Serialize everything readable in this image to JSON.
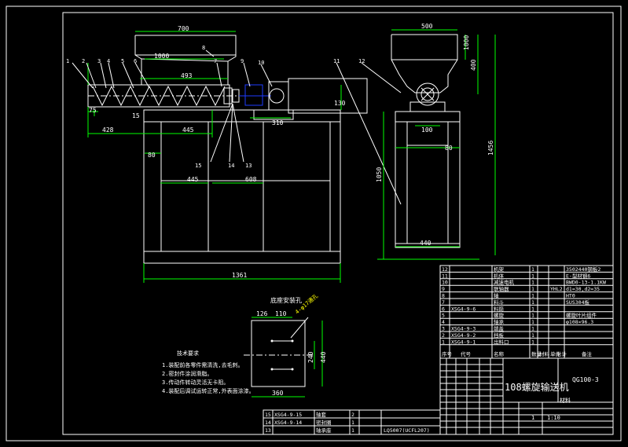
{
  "palette": {
    "background": "#000000",
    "frame": "#ffffff",
    "dimension": "#00ff00",
    "part": "#ffffff",
    "motor": "#1e3cff",
    "leader": "#ffffff",
    "text_yellow": "#ffff00"
  },
  "front_view": {
    "dims": {
      "hopper_top": "700",
      "hopper_mid": "1000",
      "screw_len": "493",
      "left_offset": "428",
      "middle_len": "445",
      "frame_inner": "445",
      "frame_right": "608",
      "shaft_off": "75",
      "motor_h": "130",
      "motor_w": "310",
      "height_80": "80",
      "base_15": "15",
      "overall": "1361"
    },
    "balloons": [
      "1",
      "2",
      "3",
      "4",
      "5",
      "6",
      "7",
      "8",
      "9",
      "10",
      "11",
      "12",
      "13",
      "14",
      "15"
    ]
  },
  "side_view": {
    "dims": {
      "top_width": "500",
      "hopper_h": "1000",
      "h400": "400",
      "total_h": "1456",
      "leg_h": "1050",
      "w100": "100",
      "w80": "80",
      "base_w": "440"
    }
  },
  "detail_view": {
    "title": "底座安装孔",
    "leader_text": "4-φ17通孔",
    "dims": {
      "d126": "126",
      "d110": "110",
      "d240": "240",
      "d440": "440",
      "d360": "360"
    }
  },
  "notes": {
    "title": "技术要求",
    "lines": [
      "1.装配前各零件需清洗,去毛刺。",
      "2.密封件涂润滑脂。",
      "3.传动件转动灵活无卡阻。",
      "4.装配后调试运转正常,外表面涂漆。"
    ]
  },
  "parts_list": [
    {
      "no": "12",
      "code": "",
      "name": "机架",
      "qty": "1",
      "mat": "",
      "note": "3502440钢板2"
    },
    {
      "no": "11",
      "code": "",
      "name": "机体",
      "qty": "1",
      "mat": "",
      "note": "E-型材钢6"
    },
    {
      "no": "10",
      "code": "",
      "name": "减速电机",
      "qty": "1",
      "mat": "",
      "note": "BWD0-13-1.1KW"
    },
    {
      "no": "9",
      "code": "",
      "name": "联轴器",
      "qty": "1",
      "mat": "YHL2",
      "note": "d1=30,d2=35"
    },
    {
      "no": "8",
      "code": "",
      "name": "轴",
      "qty": "1",
      "mat": "",
      "note": "HT0"
    },
    {
      "no": "7",
      "code": "",
      "name": "料斗",
      "qty": "1",
      "mat": "",
      "note": "SUS304板"
    },
    {
      "no": "6",
      "code": "XSG4-9-6",
      "name": "料筒",
      "qty": "1",
      "mat": "",
      "note": ""
    },
    {
      "no": "5",
      "code": "",
      "name": "螺旋",
      "qty": "1",
      "mat": "",
      "note": "螺旋叶片组件"
    },
    {
      "no": "4",
      "code": "",
      "name": "轴承",
      "qty": "1",
      "mat": "",
      "note": "φ108×96.3"
    },
    {
      "no": "3",
      "code": "XSG4-9-3",
      "name": "端盖",
      "qty": "1",
      "mat": "",
      "note": ""
    },
    {
      "no": "2",
      "code": "XSG4-9-2",
      "name": "挡板",
      "qty": "1",
      "mat": "",
      "note": ""
    },
    {
      "no": "1",
      "code": "XSG4-9-1",
      "name": "出料口",
      "qty": "1",
      "mat": "",
      "note": ""
    }
  ],
  "parts_header": [
    "序号",
    "代号",
    "名称",
    "数量",
    "材料",
    "单件",
    "总计",
    "备注"
  ],
  "title_block": {
    "title": "108螺旋输送机",
    "drawing_no": "QG100-3",
    "material_label": "材料",
    "scale": "1:10",
    "count": "1"
  },
  "bottom_table": [
    {
      "no": "15",
      "code": "XSG4-9-15",
      "name": "轴套",
      "qty": "2",
      "mat": "",
      "note": ""
    },
    {
      "no": "14",
      "code": "XSG4-9-14",
      "name": "密封圈",
      "qty": "1",
      "mat": "",
      "note": ""
    },
    {
      "no": "13",
      "code": "",
      "name": "轴承座",
      "qty": "1",
      "mat": "",
      "note": "LQ5007(UCFL207)"
    }
  ]
}
